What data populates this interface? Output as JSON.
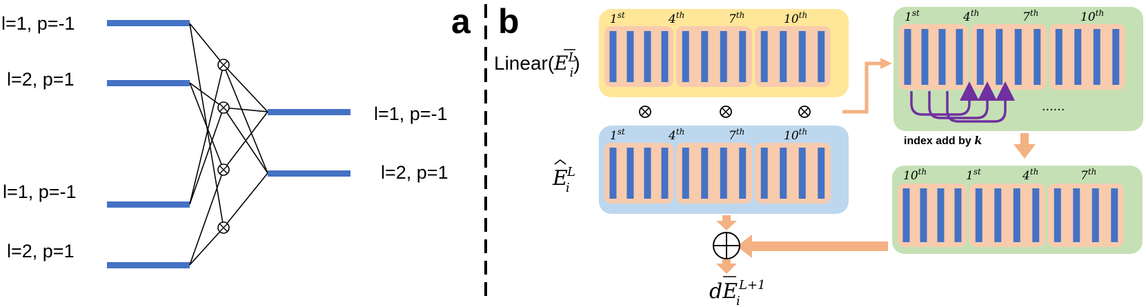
{
  "panel_a": {
    "letter": "a",
    "inputs": [
      "l=1, p=-1",
      "l=2, p=1",
      "l=1, p=-1",
      "l=2, p=1"
    ],
    "outputs": [
      "l=1, p=-1",
      "l=2, p=1"
    ],
    "op_symbol": "⊗"
  },
  "panel_b": {
    "letter": "b",
    "linear_label": "Linear(Ē_i^L)",
    "linear_label_prefix": "Linear(",
    "linear_label_suffix": ")",
    "ehat_label": "Ê_i^L",
    "block_labels": [
      "1st",
      "4th",
      "7th",
      "10th"
    ],
    "rotated_labels": [
      "10th",
      "1st",
      "4th",
      "7th"
    ],
    "ellipsis": "......",
    "index_note": "index add by",
    "index_var": "k",
    "output_label": "dĒ_i^{L+1}",
    "plus_symbol": "⊕",
    "times_symbol": "⊗"
  },
  "colors": {
    "bar": "#4472C4",
    "connector_line": "#000000",
    "yellow_panel": "#FFE699",
    "blue_panel": "#BDD7EE",
    "green_panel": "#C5E0B4",
    "peach_group": "#F8CBAD",
    "arrow": "#F4B183",
    "purple_arrow": "#7030A0"
  }
}
